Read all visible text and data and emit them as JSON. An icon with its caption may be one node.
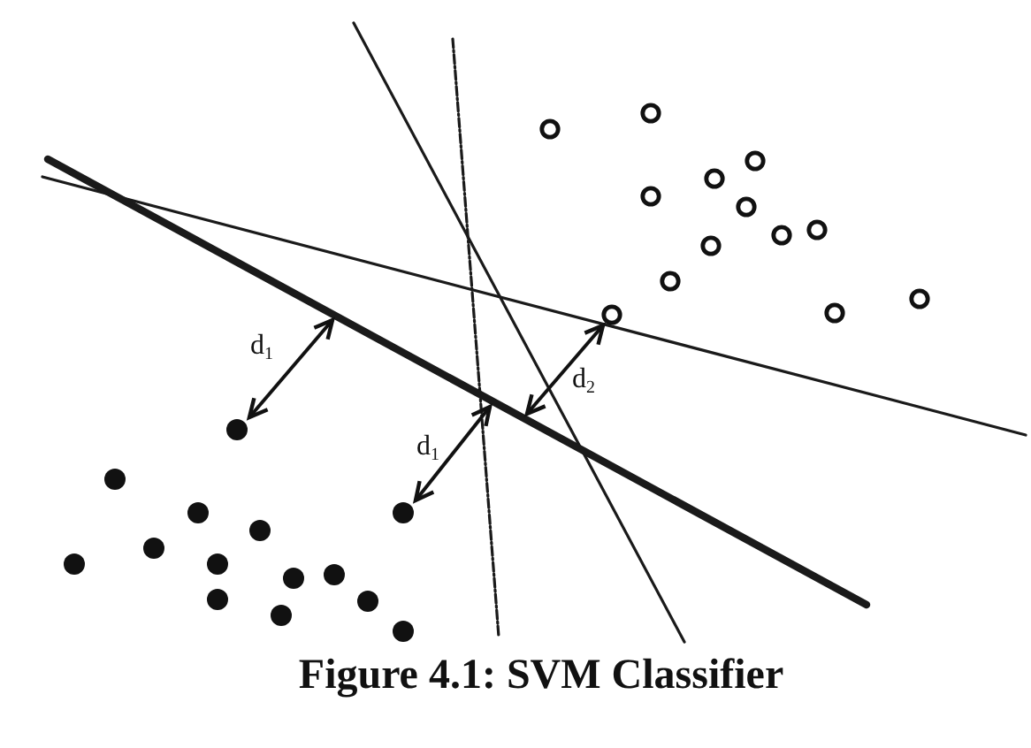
{
  "diagram": {
    "caption": "Figure 4.1: SVM Classifier",
    "labels": [
      "d$_{1}$",
      "d$_{2}$",
      "d$_{1}$"
    ]
  }
}
